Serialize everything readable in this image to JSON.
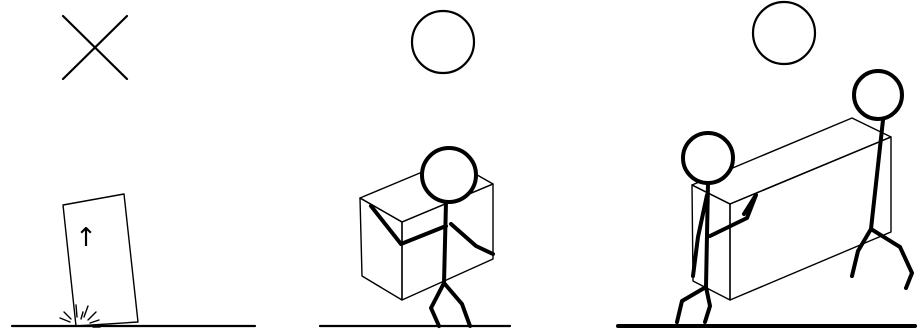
{
  "panels": [
    {
      "id": "wrong",
      "symbol": "cross-mark",
      "box_arrow_glyph": "↑"
    },
    {
      "id": "correct-single",
      "symbol": "circle-mark"
    },
    {
      "id": "correct-team",
      "symbol": "circle-mark"
    }
  ],
  "colors": {
    "line": "#000000",
    "background": "#ffffff"
  }
}
